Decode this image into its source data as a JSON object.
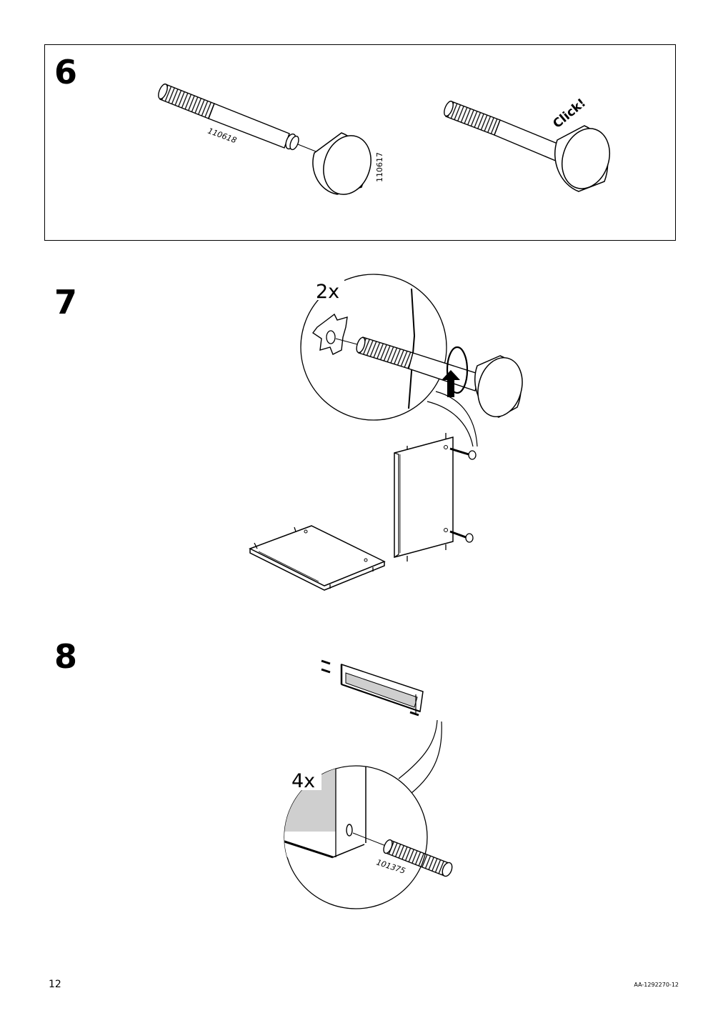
{
  "steps": [
    {
      "number": "6",
      "part_labels": [
        "110618",
        "110617"
      ],
      "callout": "Click!"
    },
    {
      "number": "7",
      "quantity": "2x"
    },
    {
      "number": "8",
      "quantity": "4x",
      "part_labels": [
        "101375"
      ]
    }
  ],
  "footer": {
    "page_number": "12",
    "document_code": "AA-1292270-12"
  },
  "colors": {
    "line": "#000000",
    "panel_shading": "#cfcfcf",
    "background": "#ffffff"
  }
}
